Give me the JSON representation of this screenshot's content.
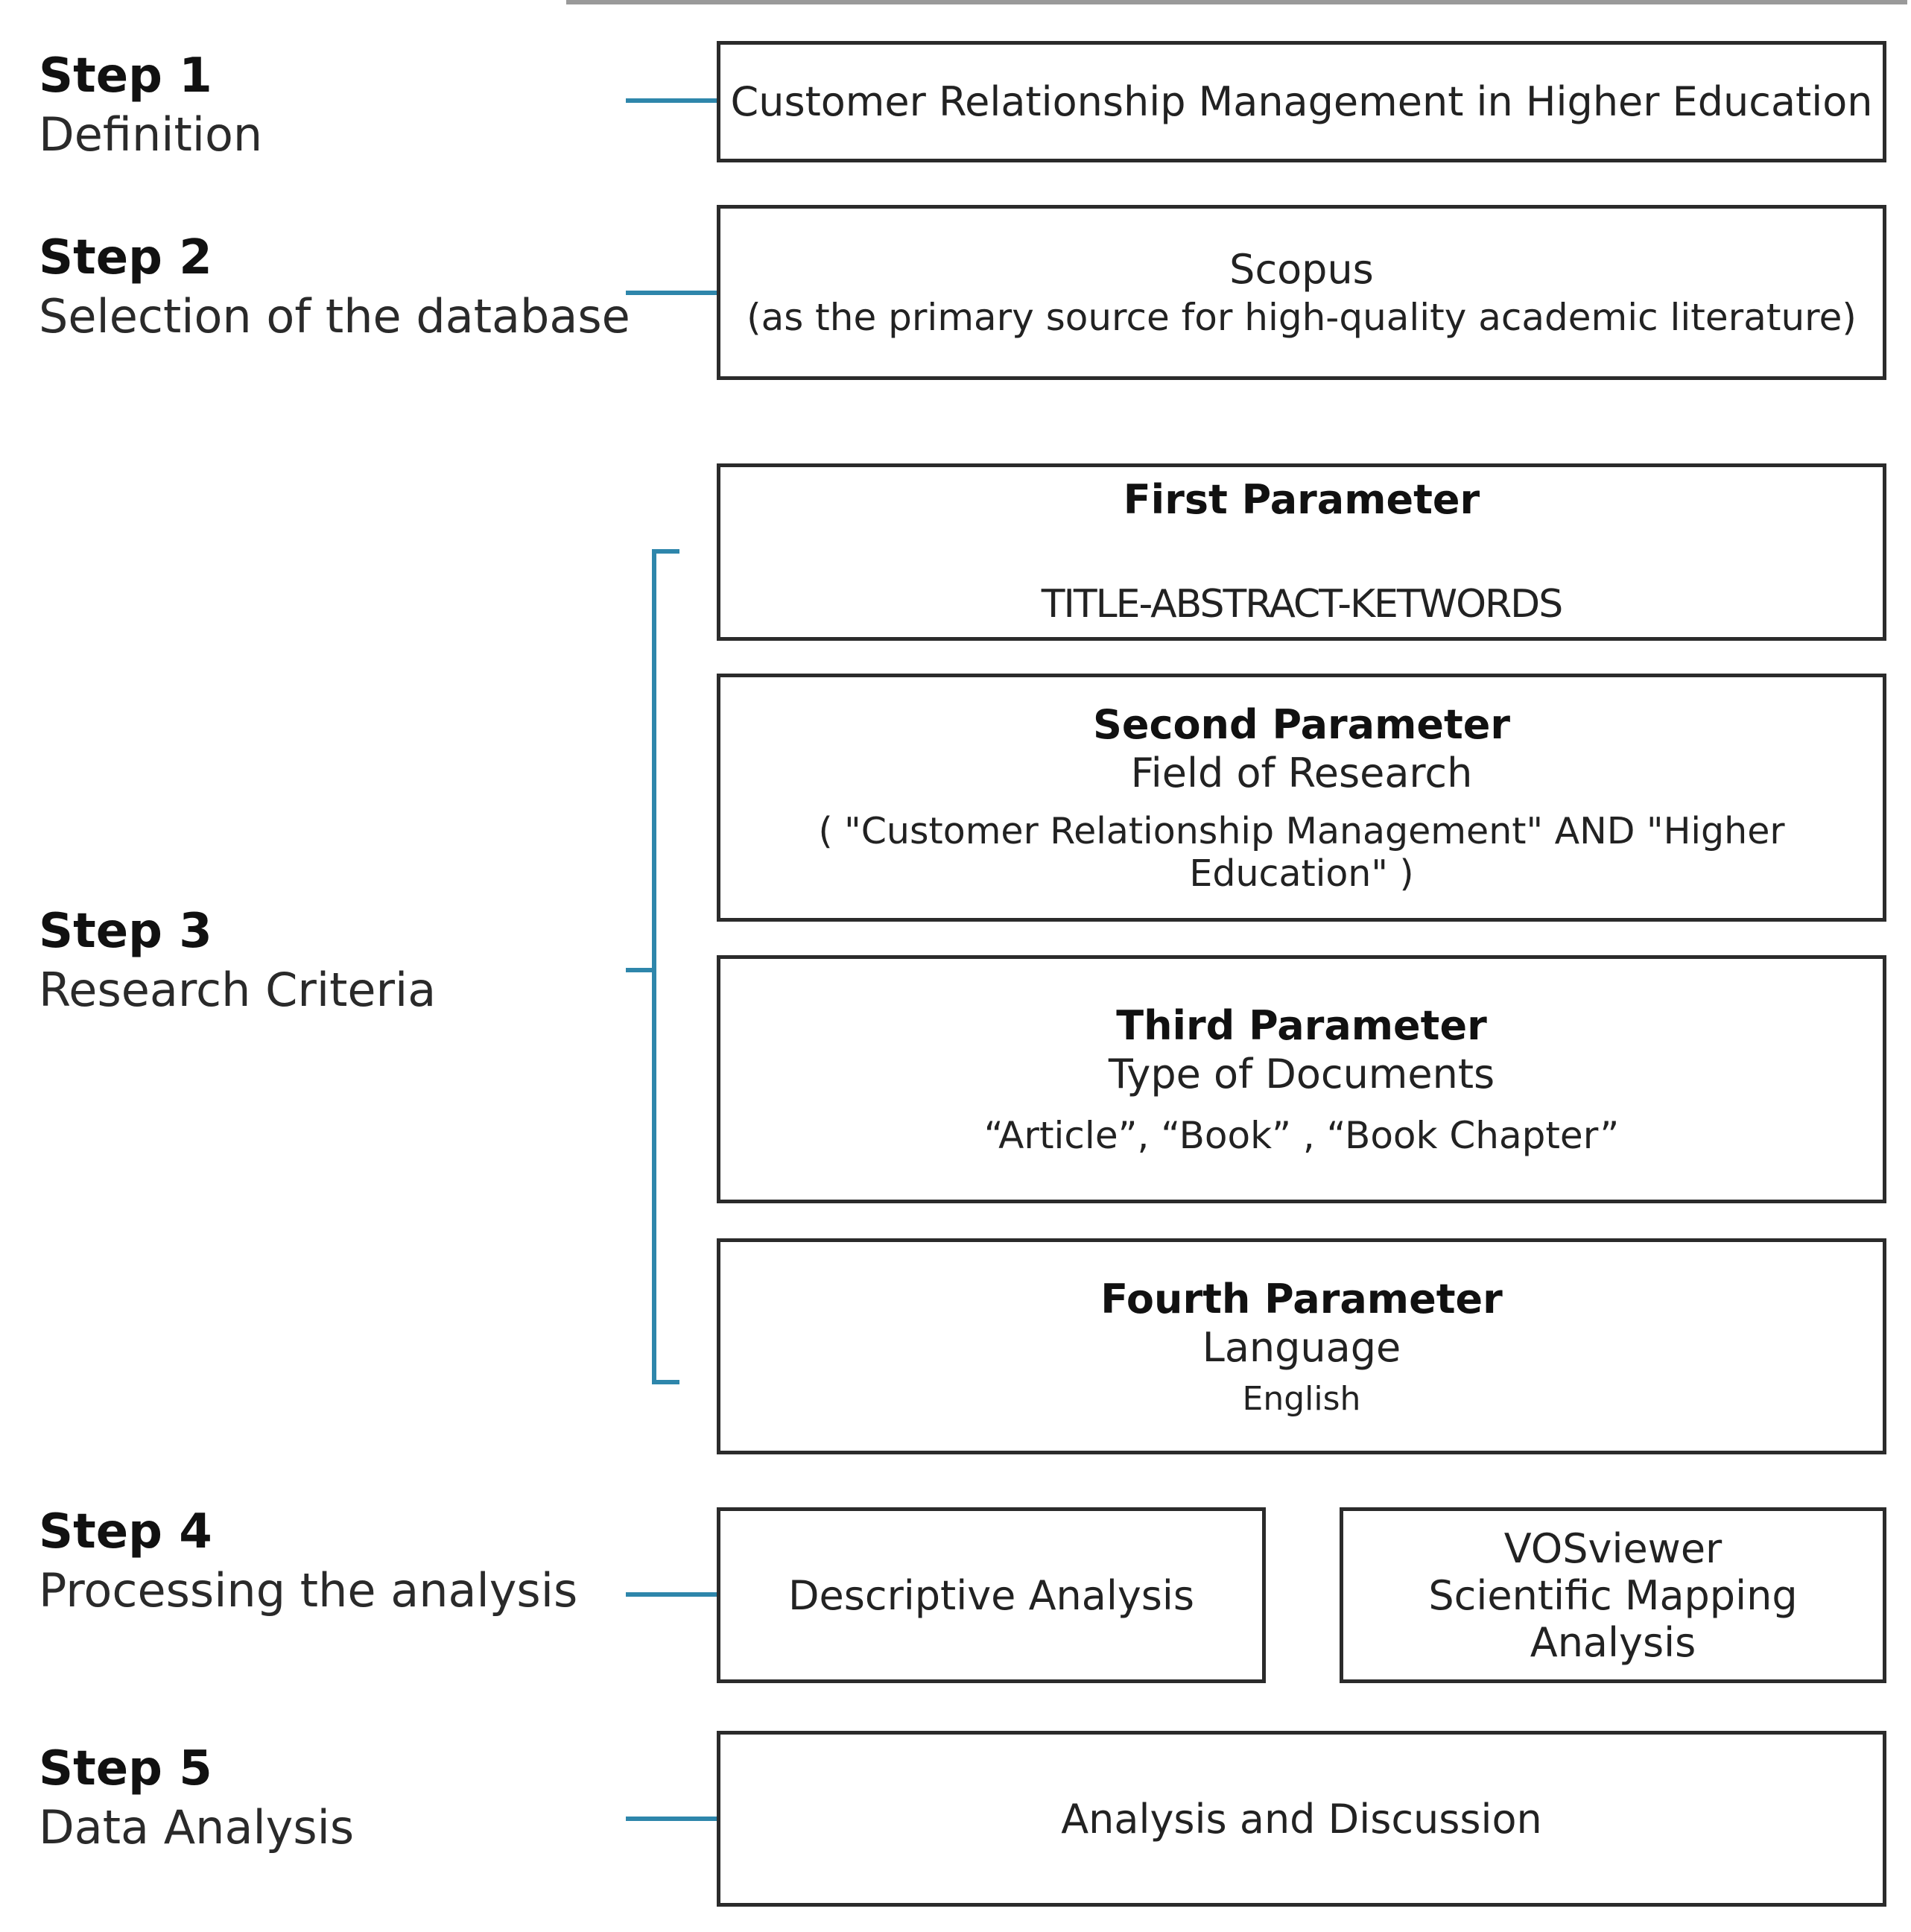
{
  "steps": [
    {
      "number": "Step 1",
      "name": "Definition"
    },
    {
      "number": "Step 2",
      "name": "Selection of the database"
    },
    {
      "number": "Step 3",
      "name": "Research Criteria"
    },
    {
      "number": "Step 4",
      "name": "Processing the analysis"
    },
    {
      "number": "Step 5",
      "name": "Data Analysis"
    }
  ],
  "definition_box": {
    "text": "Customer Relationship Management in Higher Education"
  },
  "database_box": {
    "title": "Scopus",
    "note": "(as the primary source for high-quality academic literature)"
  },
  "parameters": [
    {
      "title": "First Parameter",
      "subtitle": "",
      "value": "TITLE-ABSTRACT-KETWORDS"
    },
    {
      "title": "Second Parameter",
      "subtitle": "Field of Research",
      "value": "( \"Customer Relationship Management\" AND \"Higher Education\" )"
    },
    {
      "title": "Third Parameter",
      "subtitle": "Type of Documents",
      "value": "“Article”, “Book” , “Book Chapter”"
    },
    {
      "title": "Fourth Parameter",
      "subtitle": "Language",
      "value": "English"
    }
  ],
  "analysis_boxes": {
    "descriptive": "Descriptive Analysis",
    "vos_line1": "VOSviewer",
    "vos_line2": "Scientific Mapping",
    "vos_line3": "Analysis"
  },
  "discussion_box": {
    "text": "Analysis and Discussion"
  },
  "colors": {
    "connector": "#2e86ab",
    "box_border": "#2b2b2b"
  }
}
